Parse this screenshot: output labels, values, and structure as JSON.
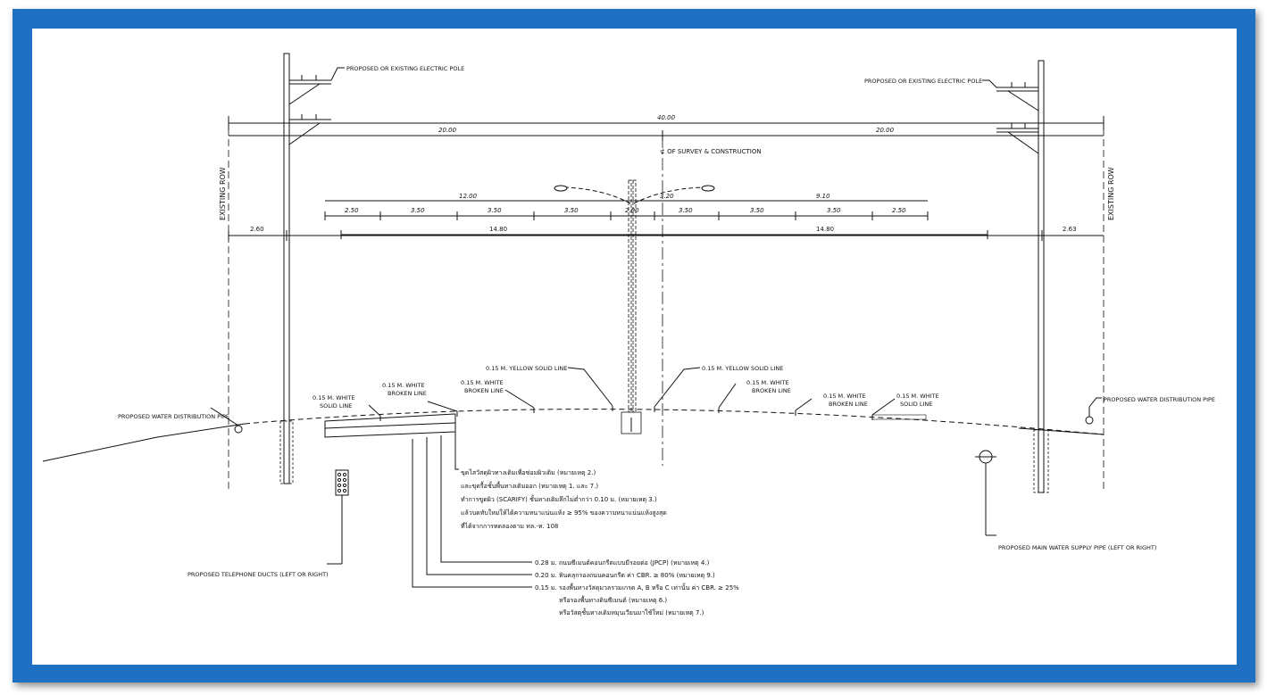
{
  "labels": {
    "pole_left": "PROPOSED OR EXISTING ELECTRIC POLE",
    "pole_right": "PROPOSED OR EXISTING ELECTRIC POLE",
    "row_left": "EXISTING ROW",
    "row_right": "EXISTING ROW",
    "centerline": "⊄ OF SURVEY & CONSTRUCTION",
    "water_left": "PROPOSED WATER DISTRIBUTION PIPE",
    "water_right": "PROPOSED WATER DISTRIBUTION PIPE",
    "main_water": "PROPOSED MAIN WATER SUPPLY PIPE (LEFT OR RIGHT)",
    "telephone": "PROPOSED TELEPHONE DUCTS (LEFT OR RIGHT)"
  },
  "dimensions": {
    "total": "40.00",
    "half_left": "20.00",
    "half_right": "20.00",
    "roadway_left": "12.00",
    "roadway_right": "9.10",
    "offset_left": "2.60",
    "offset_right": "2.63",
    "span_left": "14.80",
    "span_right": "14.80",
    "lanes": [
      "2.50",
      "3.50",
      "3.50",
      "3.50",
      "2.00",
      "3.50",
      "3.50",
      "3.50",
      "2.50"
    ],
    "median_label": "3.20"
  },
  "markings": {
    "white_solid_left": [
      "0.15 M. WHITE",
      "SOLID LINE"
    ],
    "white_broken_1": [
      "0.15 M. WHITE",
      "BROKEN LINE"
    ],
    "white_broken_2": [
      "0.15 M. WHITE",
      "BROKEN LINE"
    ],
    "yellow_left": "0.15 M. YELLOW SOLID LINE",
    "yellow_right": "0.15 M. YELLOW SOLID LINE",
    "white_broken_3": [
      "0.15 M. WHITE",
      "BROKEN LINE"
    ],
    "white_broken_4": [
      "0.15 M. WHITE",
      "BROKEN LINE"
    ],
    "white_solid_right": [
      "0.15 M. WHITE",
      "SOLID LINE"
    ]
  },
  "notes_thai": [
    "ขุดไสวัสดุผิวทางเดิมเพื่อซ่อมผิวเดิม (หมายเหตุ 2.)",
    "และขุดรื้อชั้นพื้นทางเดิมออก (หมายเหตุ 1. และ 7.)",
    "ทำการขูดผิว (SCARIFY) ชั้นทางเดิมลึกไม่ต่ำกว่า 0.10 ม. (หมายเหตุ 3.)",
    "แล้วบดทับใหม่ให้ได้ความหนาแน่นแห้ง ≥ 95% ของความหนาแน่นแห้งสูงสุด",
    "ที่ได้จากการทดลองตาม ทล.-ท. 108"
  ],
  "layers": [
    "0.28 ม. ถนนซีเมนต์คอนกรีตแบบมีรอยต่อ (JPCP) (หมายเหตุ 4.)",
    "0.20 ม. หินคลุกรองถนนคอนกรีต ค่า CBR. ≥ 80% (หมายเหตุ 9.)",
    "0.15 ม. รองพื้นทางวัสดุมวลรวมเกรด A, B หรือ C เท่านั้น ค่า CBR. ≥ 25%",
    "หรือรองพื้นทางดินซีเมนต์ (หมายเหตุ 6.)",
    "หรือวัสดุชั้นทางเดิมหมุนเวียนมาใช้ใหม่ (หมายเหตุ 7.)"
  ]
}
